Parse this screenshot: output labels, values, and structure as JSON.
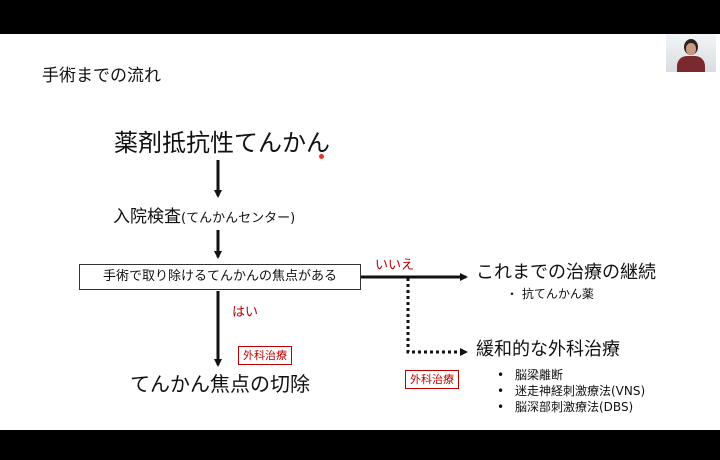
{
  "slide": {
    "title": "手術までの流れ",
    "main_heading": "薬剤抵抗性てんかん",
    "step2_main": "入院検査",
    "step2_sub": "(てんかんセンター)",
    "decision": "手術で取り除けるてんかんの焦点がある",
    "no_label": "いいえ",
    "yes_label": "はい",
    "surgery_tag_left": "外科治療",
    "surgery_tag_right": "外科治療",
    "result_left": "てんかん焦点の切除",
    "continue_heading": "これまでの治療の継続",
    "continue_item": "抗てんかん薬",
    "palliative_heading": "緩和的な外科治療",
    "palliative_items": [
      "脳梁離断",
      "迷走神経刺激療法(VNS)",
      "脳深部刺激療法(DBS)"
    ]
  },
  "colors": {
    "accent_red": "#c00000",
    "text": "#111111",
    "background": "#ffffff",
    "letterbox": "#000000"
  },
  "icons": {
    "arrow": "arrow-icon",
    "bullet": "bullet-icon"
  }
}
